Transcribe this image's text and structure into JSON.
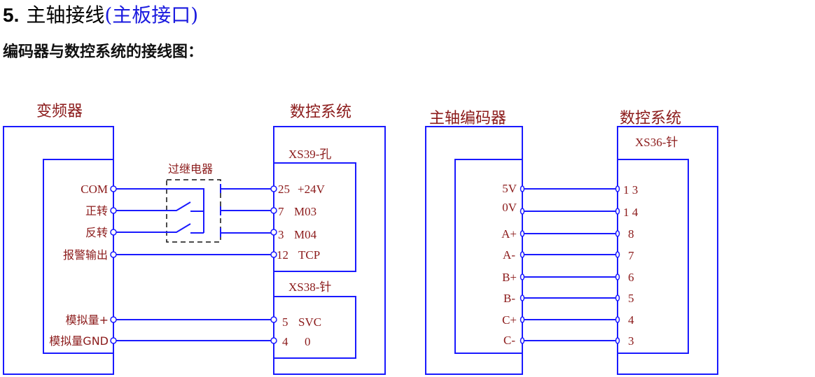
{
  "heading": {
    "number": "5.",
    "title": "主轴接线",
    "paren": "(主板接口)"
  },
  "subheading": "编码器与数控系统的接线图：",
  "colors": {
    "wire": "#1a1aff",
    "label": "#8b1a1a",
    "paren_heading": "#1a1adf"
  },
  "diagram_left": {
    "vfd_title": "变频器",
    "cnc_title": "数控系统",
    "relay_title": "过继电器",
    "connector_xs39": "XS39-孔",
    "connector_xs38": "XS38-针",
    "vfd_terminals": [
      "COM",
      "正转",
      "反转",
      "报警输出",
      "模拟量+",
      "模拟量GND"
    ],
    "cnc_pins": [
      {
        "pin": "25",
        "signal": "+24V"
      },
      {
        "pin": "7",
        "signal": "M03"
      },
      {
        "pin": "3",
        "signal": "M04"
      },
      {
        "pin": "12",
        "signal": "TCP"
      },
      {
        "pin": "5",
        "signal": "SVC"
      },
      {
        "pin": "4",
        "signal": "0"
      }
    ]
  },
  "diagram_right": {
    "encoder_title": "主轴编码器",
    "cnc_title": "数控系统",
    "connector_xs36": "XS36-针",
    "encoder_terminals": [
      "5V",
      "0V",
      "A+",
      "A-",
      "B+",
      "B-",
      "C+",
      "C-"
    ],
    "cnc_pins": [
      "1 3",
      "1 4",
      "8",
      "7",
      "6",
      "5",
      "4",
      "3"
    ]
  }
}
